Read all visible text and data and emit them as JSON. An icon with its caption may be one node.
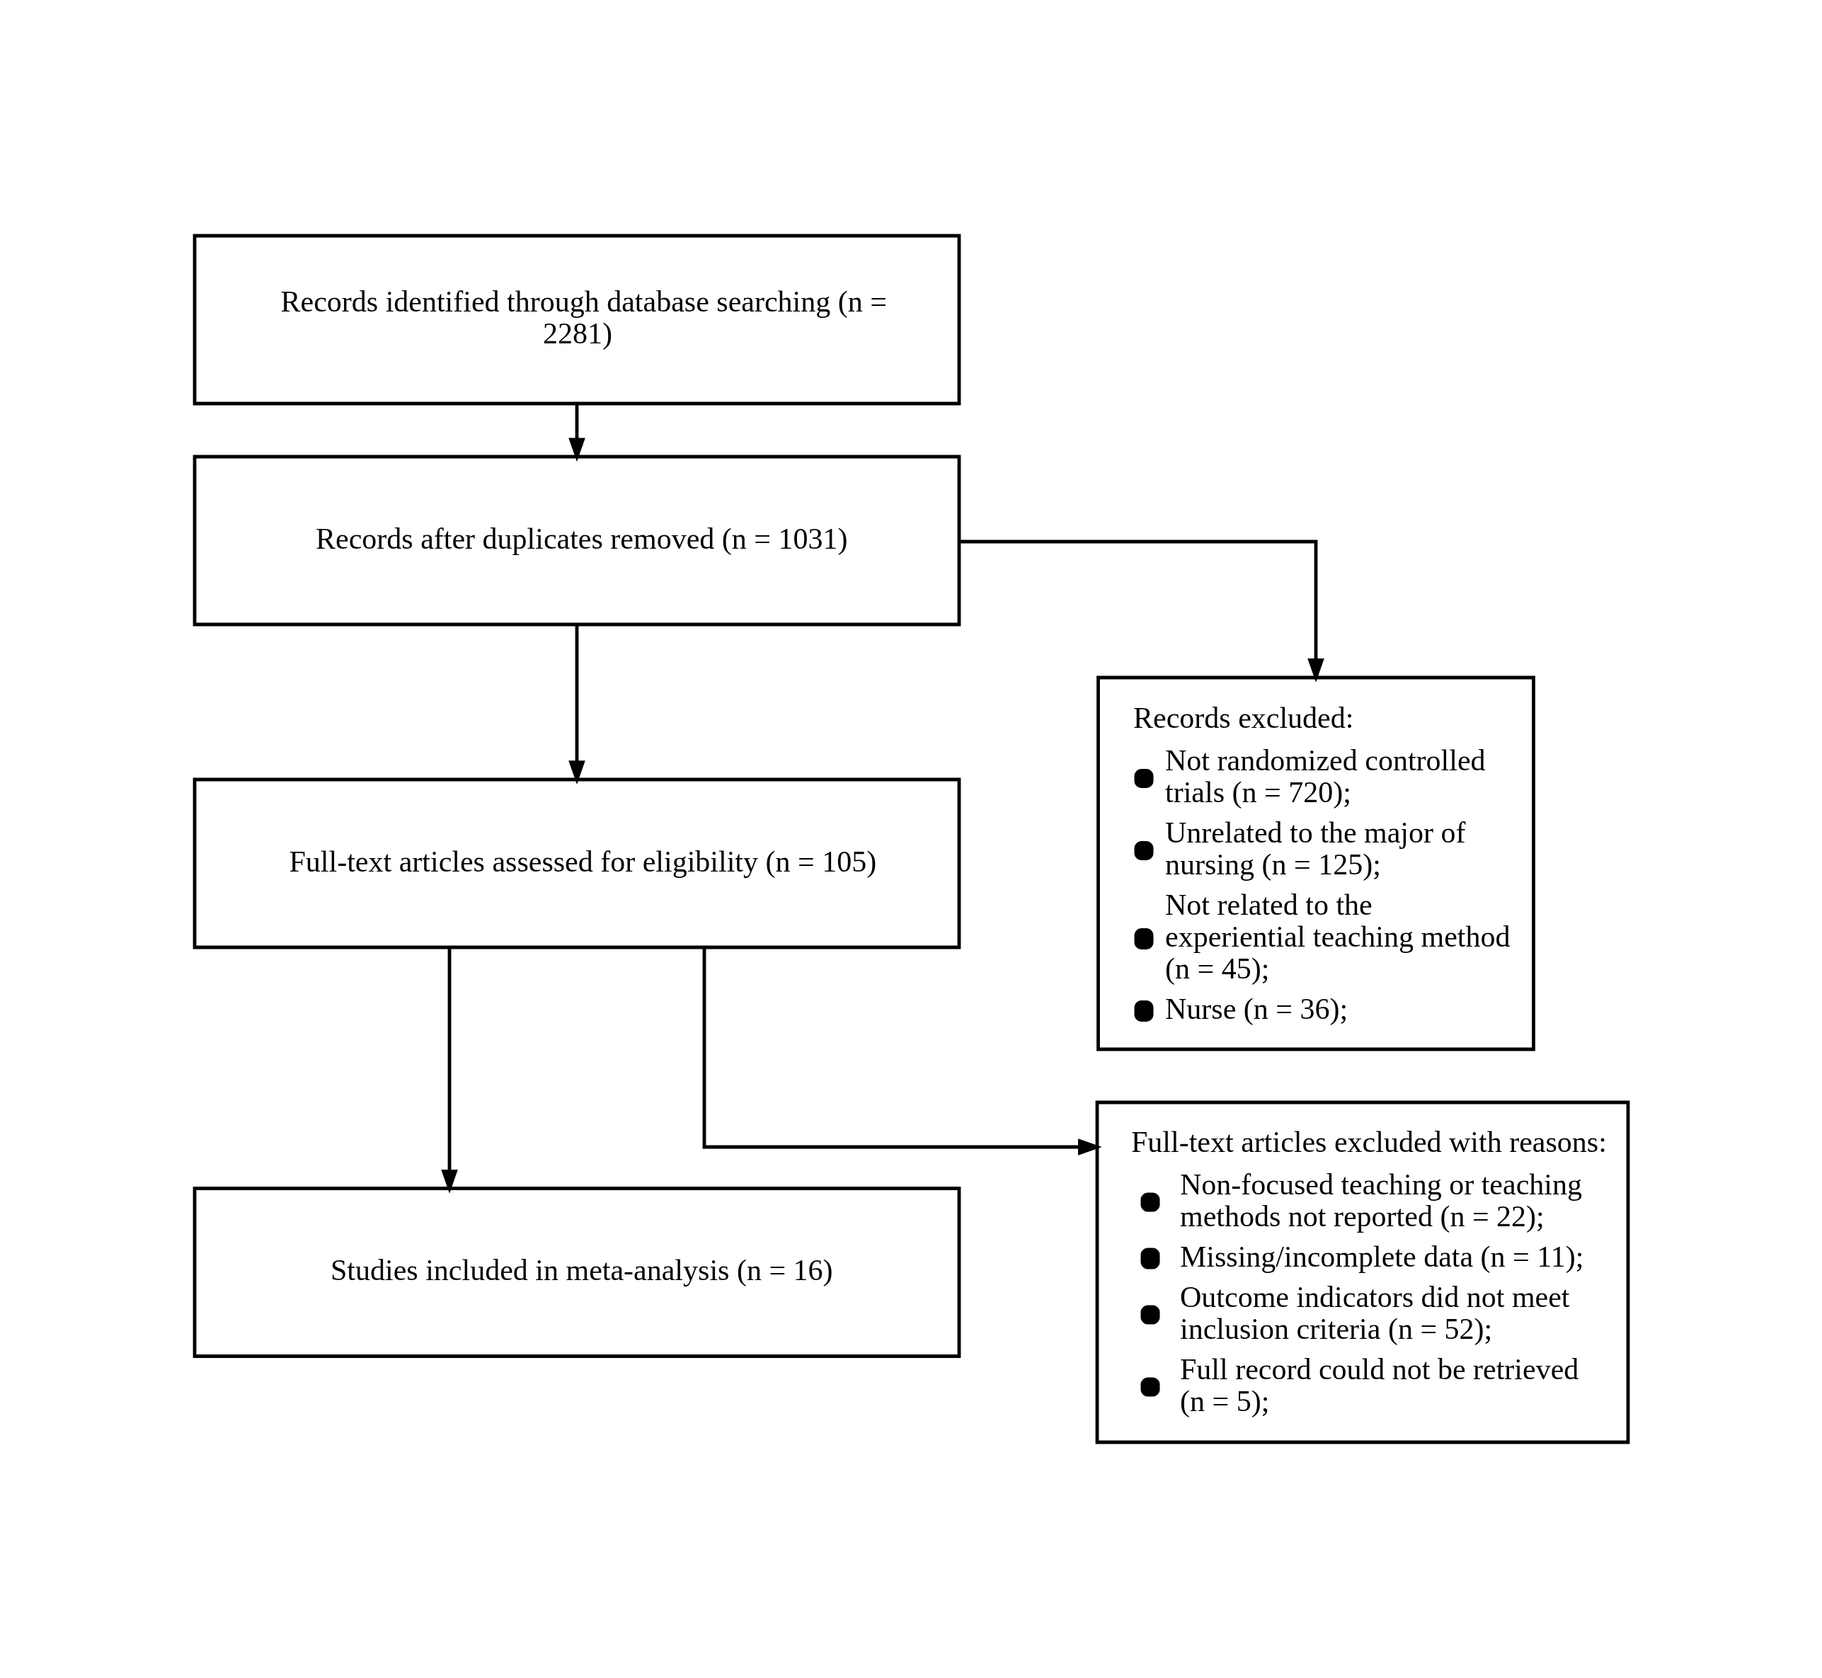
{
  "diagram": {
    "nodes": [
      {
        "text": [
          "Records identified through database searching (n = 2281)"
        ]
      },
      {
        "text": [
          "Records after duplicates removed (n = 1031)"
        ]
      },
      {
        "text": [
          "Records excluded:",
          "Not randomized controlled trials (n = 720);",
          "Unrelated to the major of nursing (n = 125);",
          "Not related to the experiential teaching method (n = 45);",
          "Nurse (n = 36);"
        ]
      },
      {
        "text": [
          "Full-text articles assessed for eligibility (n = 105)"
        ]
      },
      {
        "text": [
          "Full-text articles excluded with reasons:",
          "Non-focused teaching or teaching methods not reported (n = 22);",
          "Missing/incomplete data (n = 11);",
          "Outcome indicators did not meet inclusion criteria (n = 52);",
          "Full record could not be retrieved (n = 5);"
        ]
      },
      {
        "text": [
          "Studies included in meta-analysis (n = 16)"
        ]
      }
    ],
    "edges": [
      {
        "from": 0,
        "to": 1,
        "arrow": "to"
      },
      {
        "from": 1,
        "to": 3,
        "arrow": "to"
      },
      {
        "from": 1,
        "to": 2,
        "arrow": "to"
      },
      {
        "from": 3,
        "to": 5,
        "arrow": "to"
      },
      {
        "from": 3,
        "to": 4,
        "arrow": "to"
      }
    ]
  }
}
